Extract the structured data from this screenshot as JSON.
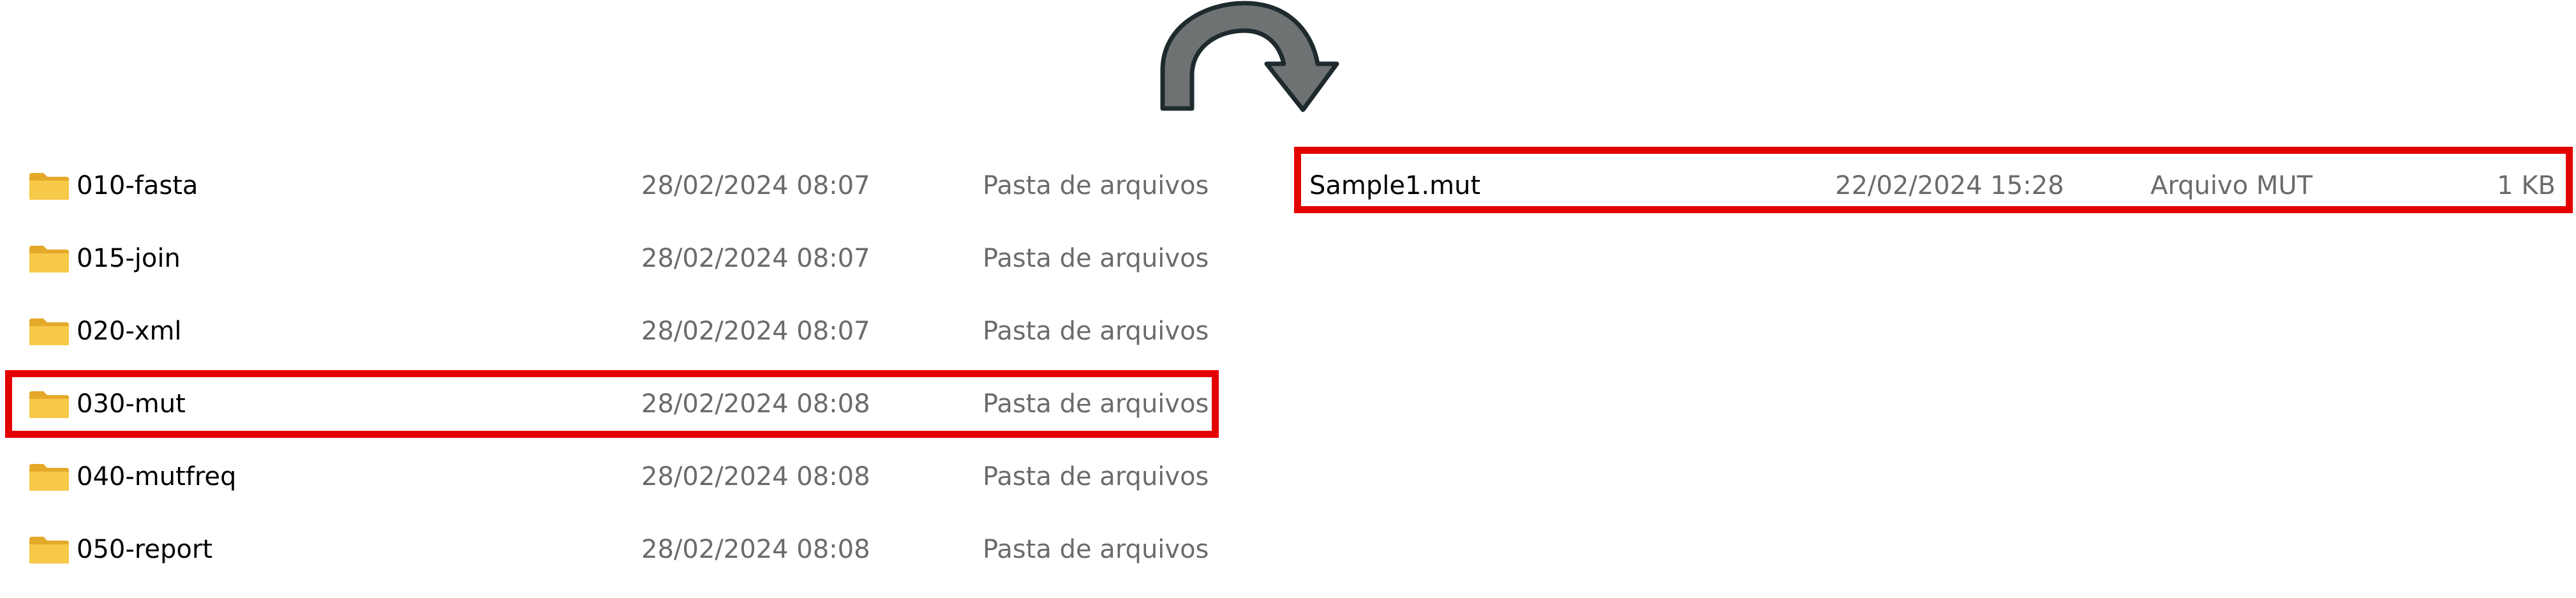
{
  "colors": {
    "highlight": "#e30000",
    "folder": "#f7c948",
    "folder_dark": "#e5a92a",
    "arrow_fill": "#6e7273",
    "arrow_stroke": "#1f2a2e",
    "meta_text": "#6b6b6b"
  },
  "folders": [
    {
      "name": "010-fasta",
      "date": "28/02/2024 08:07",
      "type": "Pasta de arquivos",
      "icon": "folder-icon"
    },
    {
      "name": "015-join",
      "date": "28/02/2024 08:07",
      "type": "Pasta de arquivos",
      "icon": "folder-icon"
    },
    {
      "name": "020-xml",
      "date": "28/02/2024 08:07",
      "type": "Pasta de arquivos",
      "icon": "folder-icon"
    },
    {
      "name": "030-mut",
      "date": "28/02/2024 08:08",
      "type": "Pasta de arquivos",
      "icon": "folder-icon"
    },
    {
      "name": "040-mutfreq",
      "date": "28/02/2024 08:08",
      "type": "Pasta de arquivos",
      "icon": "folder-icon"
    },
    {
      "name": "050-report",
      "date": "28/02/2024 08:08",
      "type": "Pasta de arquivos",
      "icon": "folder-icon"
    }
  ],
  "files": [
    {
      "name": "Sample1.mut",
      "date": "22/02/2024 15:28",
      "type": "Arquivo MUT",
      "size": "1 KB"
    }
  ],
  "arrow_icon": "curved-arrow-icon"
}
